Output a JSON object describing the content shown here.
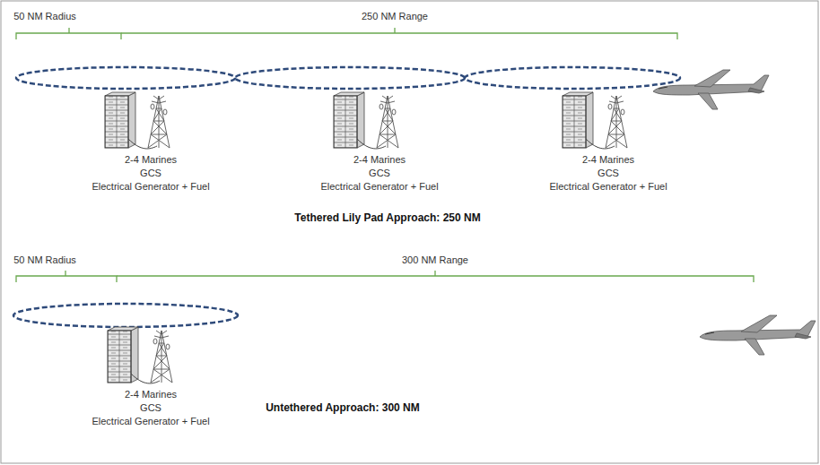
{
  "diagram": {
    "labels": [
      "50 NM Radius",
      "250 NM Range",
      "2-4 Marines",
      "GCS",
      "Electrical Generator + Fuel",
      "2-4 Marines",
      "GCS",
      "Electrical Generator + Fuel",
      "2-4 Marines",
      "GCS",
      "Electrical Generator + Fuel",
      "Tethered Lily Pad Approach: 250 NM",
      "50 NM Radius",
      "300 NM Range",
      "2-4 Marines",
      "GCS",
      "Electrical Generator + Fuel",
      "Untethered Approach: 300 NM"
    ]
  }
}
